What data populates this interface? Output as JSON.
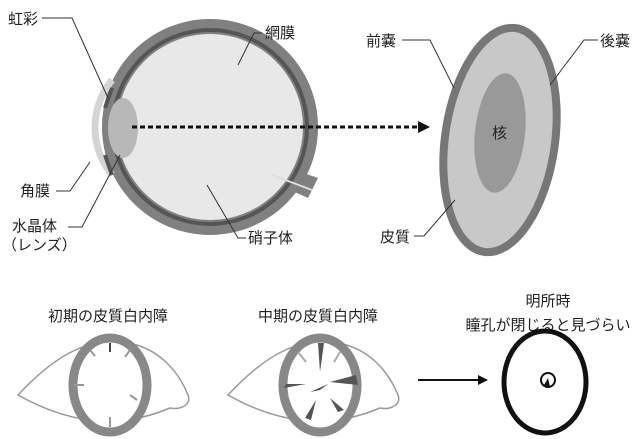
{
  "eye_labels": {
    "iris": "虹彩",
    "retina": "網膜",
    "cornea": "角膜",
    "lens": "水晶体",
    "lens_sub": "（レンズ）",
    "vitreous": "硝子体"
  },
  "lens_labels": {
    "anterior_capsule": "前嚢",
    "posterior_capsule": "後嚢",
    "nucleus": "核",
    "cortex": "皮質"
  },
  "stages": {
    "early": "初期の皮質白内障",
    "middle": "中期の皮質白内障",
    "bright_line1": "明所時",
    "bright_line2": "瞳孔が閉じると見づらい"
  }
}
